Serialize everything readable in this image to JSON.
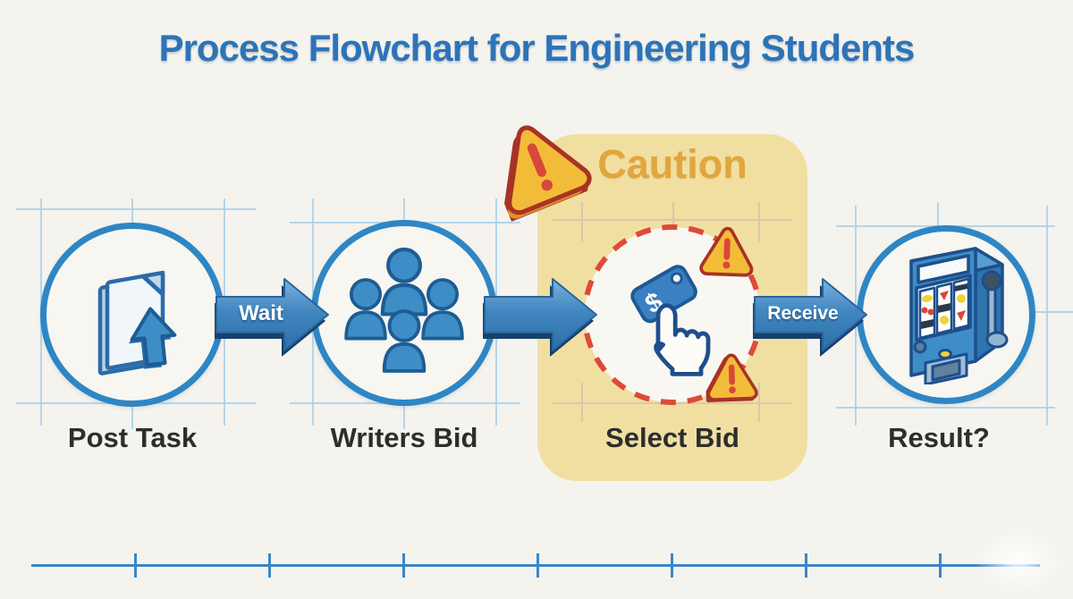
{
  "title": "Process Flowchart for Engineering Students",
  "caution": {
    "label": "Caution",
    "warning_icon": "warning-triangle-icon"
  },
  "steps": [
    {
      "label": "Post Task",
      "icon": "document-upload-icon"
    },
    {
      "label": "Writers Bid",
      "icon": "people-group-icon"
    },
    {
      "label": "Select Bid",
      "icon": "price-tag-cursor-icon",
      "highlighted": true
    },
    {
      "label": "Result?",
      "icon": "slot-machine-icon"
    }
  ],
  "connectors": [
    {
      "label": "Wait"
    },
    {
      "label": ""
    },
    {
      "label": "Receive"
    }
  ],
  "icons": {
    "price_tag_symbol": "$"
  },
  "colors": {
    "background": "#f4f3ee",
    "title_blue": "#2c74b8",
    "circle_border_blue": "#2e86c4",
    "caution_box_yellow": "#f1dfa2",
    "caution_text_gold": "#e2a63c",
    "dashed_circle_red": "#dd4a38",
    "warning_fill_yellow": "#f3bc38",
    "warning_border_red": "#a93226",
    "warning_mark_red": "#d8473c",
    "icon_blue": "#3e8dc6",
    "icon_outline_blue": "#1e5c94",
    "arrow_blue_dark": "#2f74ad",
    "arrow_shadow_navy": "#17416b",
    "label_dark": "#2d2d2d",
    "grid_line_blue": "#a9cfe8",
    "grid_line_gray": "#cfc7ae",
    "ruler_blue": "#3a87c8"
  }
}
